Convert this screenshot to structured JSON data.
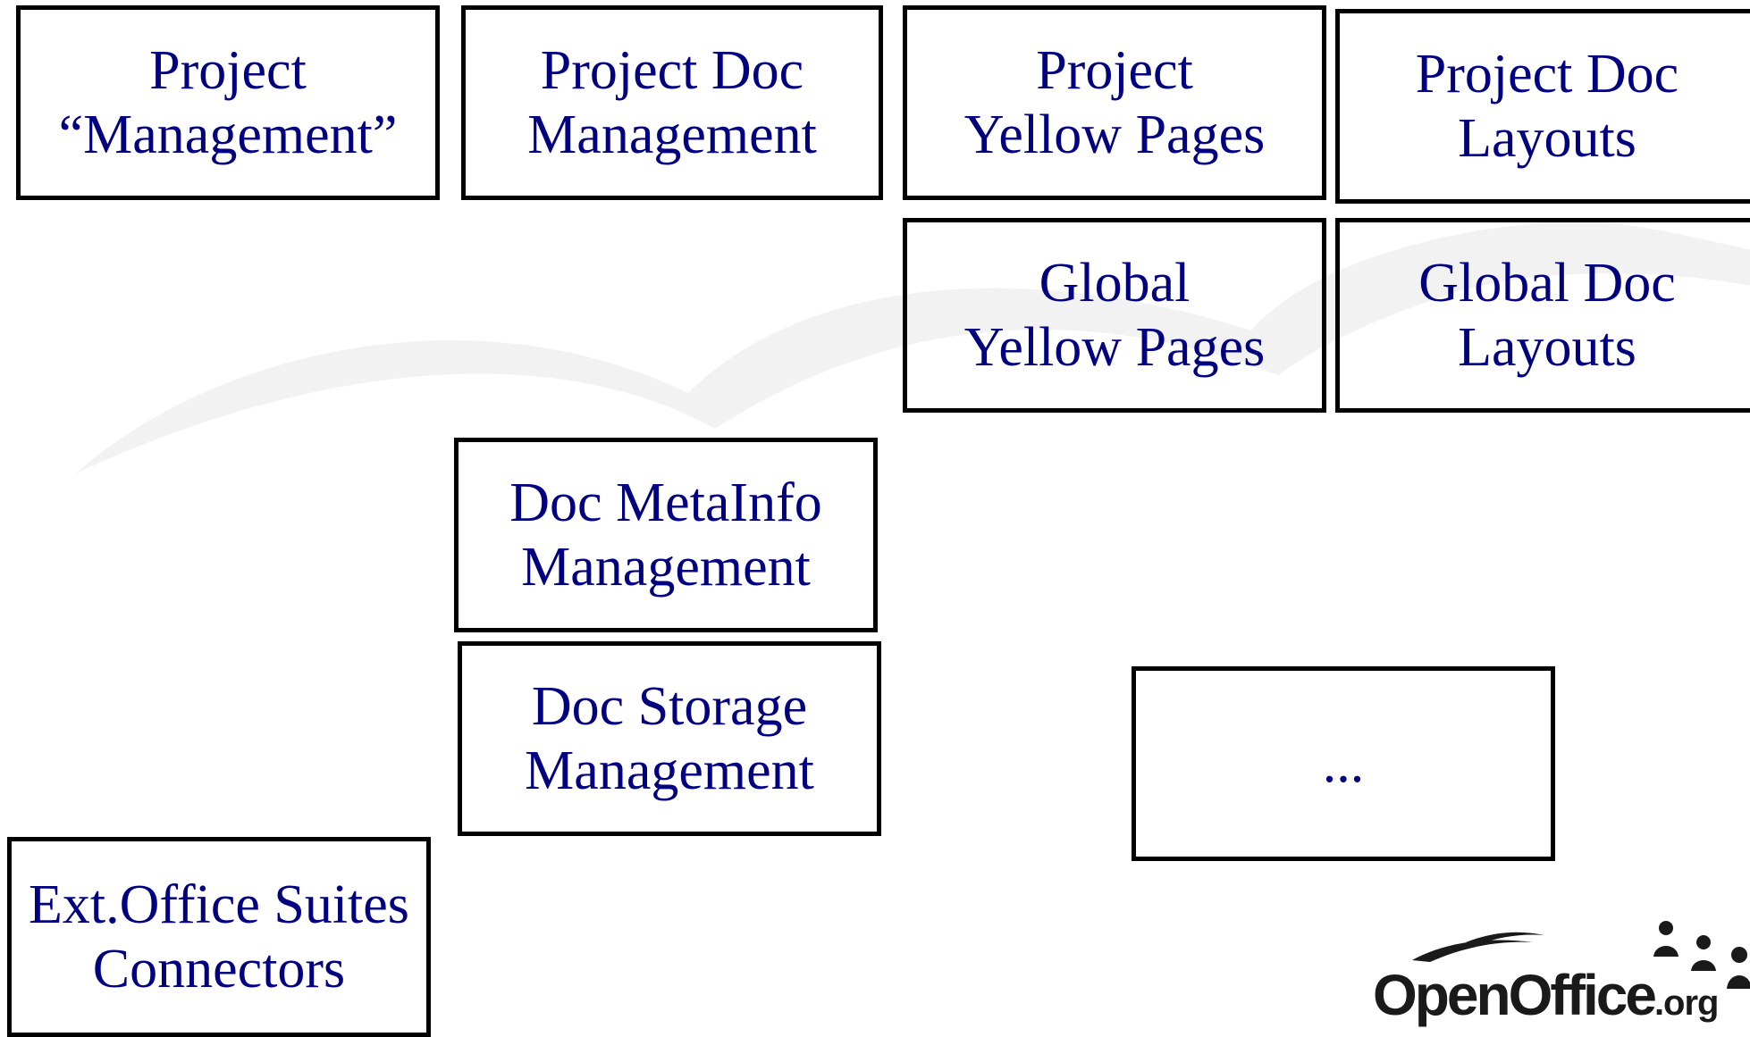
{
  "colors": {
    "text": "#000080",
    "border": "#000000",
    "watermark": "#f2f2f2",
    "background": "#ffffff"
  },
  "boxes": {
    "project_management": "Project\n“Management”",
    "project_doc_management": "Project Doc\nManagement",
    "project_yellow_pages": "Project\nYellow Pages",
    "project_doc_layouts": "Project Doc\nLayouts",
    "global_yellow_pages": "Global\nYellow Pages",
    "global_doc_layouts": "Global Doc\nLayouts",
    "doc_metainfo_management": "Doc MetaInfo\nManagement",
    "doc_storage_management": "Doc Storage\nManagement",
    "ellipsis": "...",
    "ext_office_suites_connectors": "Ext.Office Suites\nConnectors"
  },
  "logo": {
    "name": "OpenOffice",
    "suffix": ".org",
    "icon": "openoffice-gulls-and-people-logo"
  }
}
